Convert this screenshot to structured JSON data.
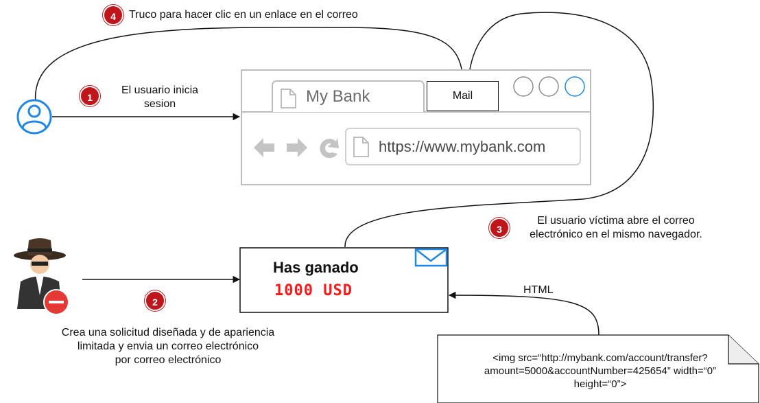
{
  "steps": {
    "step1": {
      "number": "1",
      "label_line1": "El usuario inicia",
      "label_line2": "sesion"
    },
    "step2": {
      "number": "2",
      "label_line1": "Crea una solicitud diseñada y de apariencia",
      "label_line2": "limitada y envia un correo electrónico",
      "label_line3": "por correo electrónico"
    },
    "step3": {
      "number": "3",
      "label_line1": "El usuario víctima abre el correo",
      "label_line2": "electrónico en el mismo navegador."
    },
    "step4": {
      "number": "4",
      "label": "Truco para hacer clic en un enlace en el correo"
    }
  },
  "browser": {
    "tab_title": "My Bank",
    "mail_tab": "Mail",
    "url": "https://www.mybank.com"
  },
  "email": {
    "title": "Has ganado",
    "amount": "1000 USD"
  },
  "html_doc": {
    "label": "HTML",
    "line1": "<img src=“http://mybank.com/account/transfer?",
    "line2": "amount=5000&accountNumber=425654” width=“0”",
    "line3": "height=“0”>"
  },
  "colors": {
    "badge": "#c0161b",
    "user_icon": "#1e88e5",
    "amount": "#ff1a1a",
    "browser_chrome": "#bdbdbd"
  }
}
